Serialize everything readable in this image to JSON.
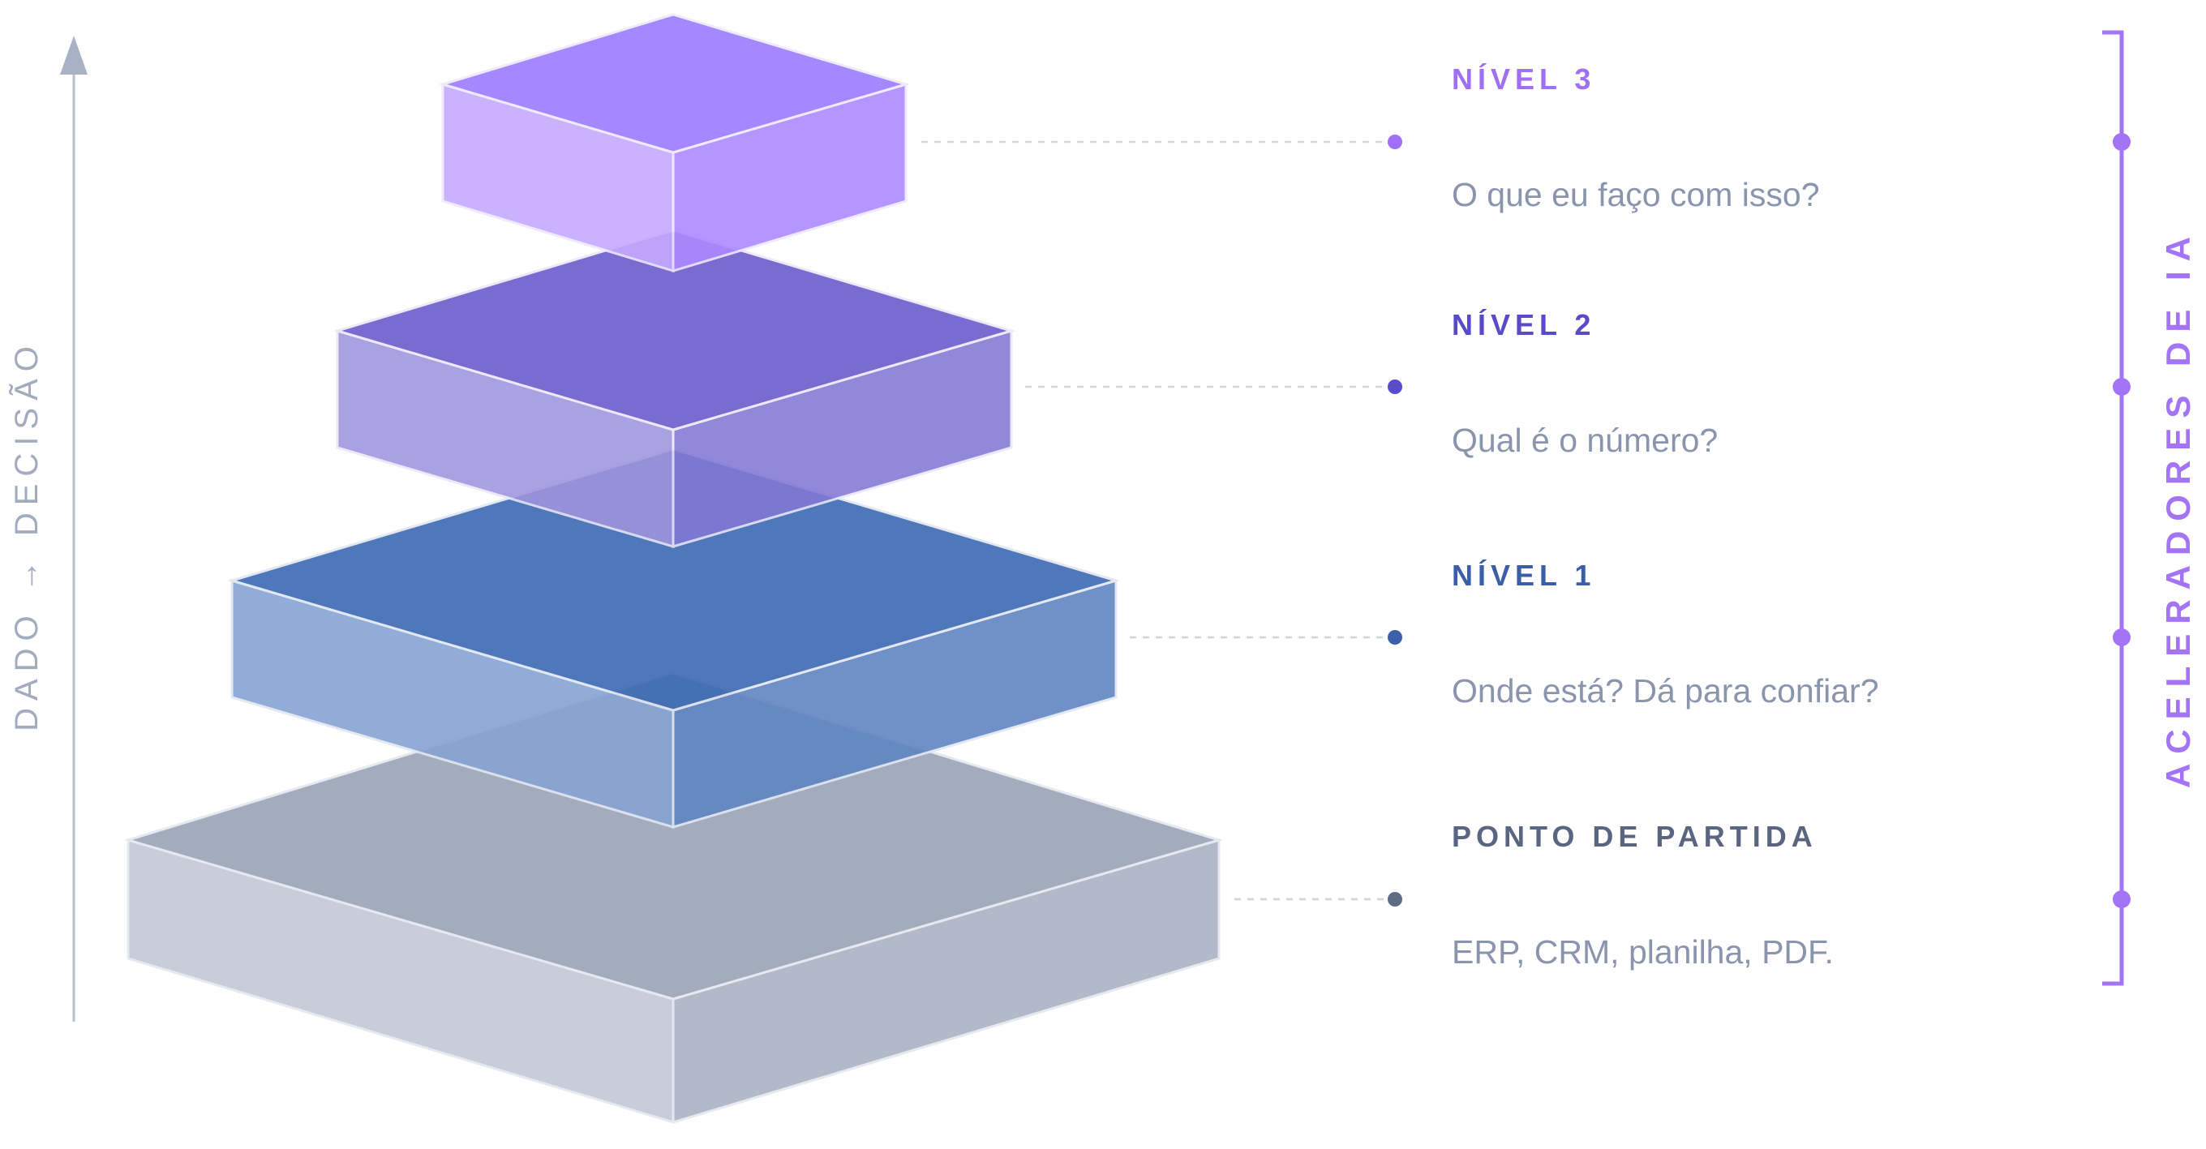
{
  "axis": {
    "label": "DADO → DECISÃO",
    "color": "#b8bfcc"
  },
  "bracket": {
    "label": "ACELERADORES DE IA",
    "color": "#a374f6"
  },
  "levels": [
    {
      "id": "ponto-de-partida",
      "title": "PONTO DE PARTIDA",
      "question": "ERP, CRM, planilha, PDF.",
      "title_color": "#5a6681",
      "dot_color": "#5f6b85",
      "colors": {
        "top": "#a3acbd",
        "left": "#c8cdd9",
        "right": "#b2b9c8"
      }
    },
    {
      "id": "nivel-1",
      "title": "NÍVEL 1",
      "question": "Onde está? Dá para confiar?",
      "title_color": "#3b5ea8",
      "dot_color": "#3d5fae",
      "colors": {
        "top": "#3d6ab4",
        "left": "#86a4d2",
        "right": "#6186c2"
      }
    },
    {
      "id": "nivel-2",
      "title": "NÍVEL 2",
      "question": "Qual é o número?",
      "title_color": "#5a49c9",
      "dot_color": "#5b4ccc",
      "colors": {
        "top": "#6857cb",
        "left": "#9e95de",
        "right": "#8378d6"
      }
    },
    {
      "id": "nivel-3",
      "title": "NÍVEL 3",
      "question": "O que eu faço com isso?",
      "title_color": "#9f6ff4",
      "dot_color": "#a070f6",
      "colors": {
        "top": "#9c7cff",
        "left": "#c5aafe",
        "right": "#ad8aff"
      }
    }
  ]
}
